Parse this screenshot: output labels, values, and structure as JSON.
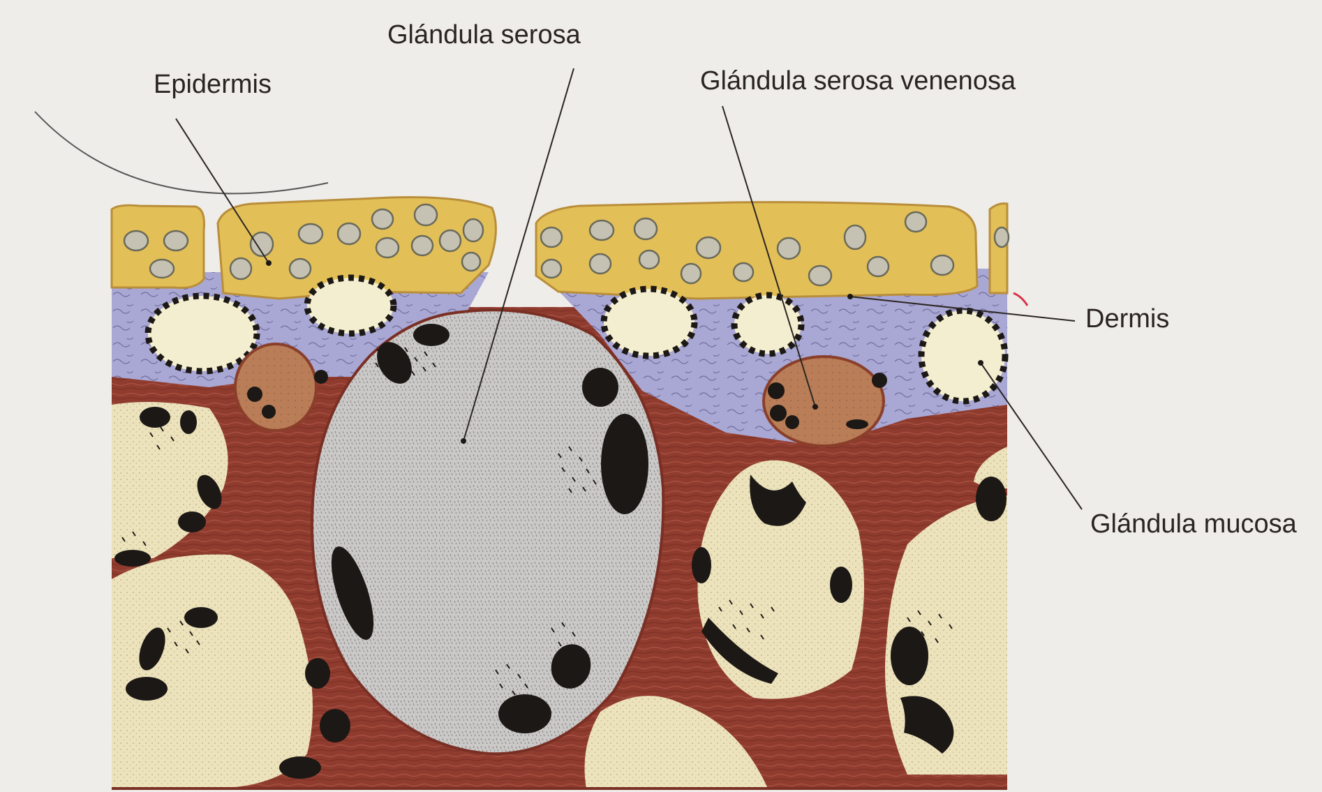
{
  "labels": {
    "epidermis": "Epidermis",
    "glandula_serosa": "Glándula serosa",
    "glandula_serosa_venenosa": "Glándula serosa venenosa",
    "dermis": "Dermis",
    "glandula_mucosa": "Glándula mucosa"
  },
  "colors": {
    "background": "#efede9",
    "epidermis": "#e3bf57",
    "dermis": "#a8a6d2",
    "connective_tissue": "#8e3a2d",
    "mucous_gland_lumen": "#ece2bb",
    "serous_gland_fill": "#c9c8c7",
    "venom_gland": "#b57a55",
    "granules": "#1c1815",
    "leader_line": "#2a2522"
  }
}
